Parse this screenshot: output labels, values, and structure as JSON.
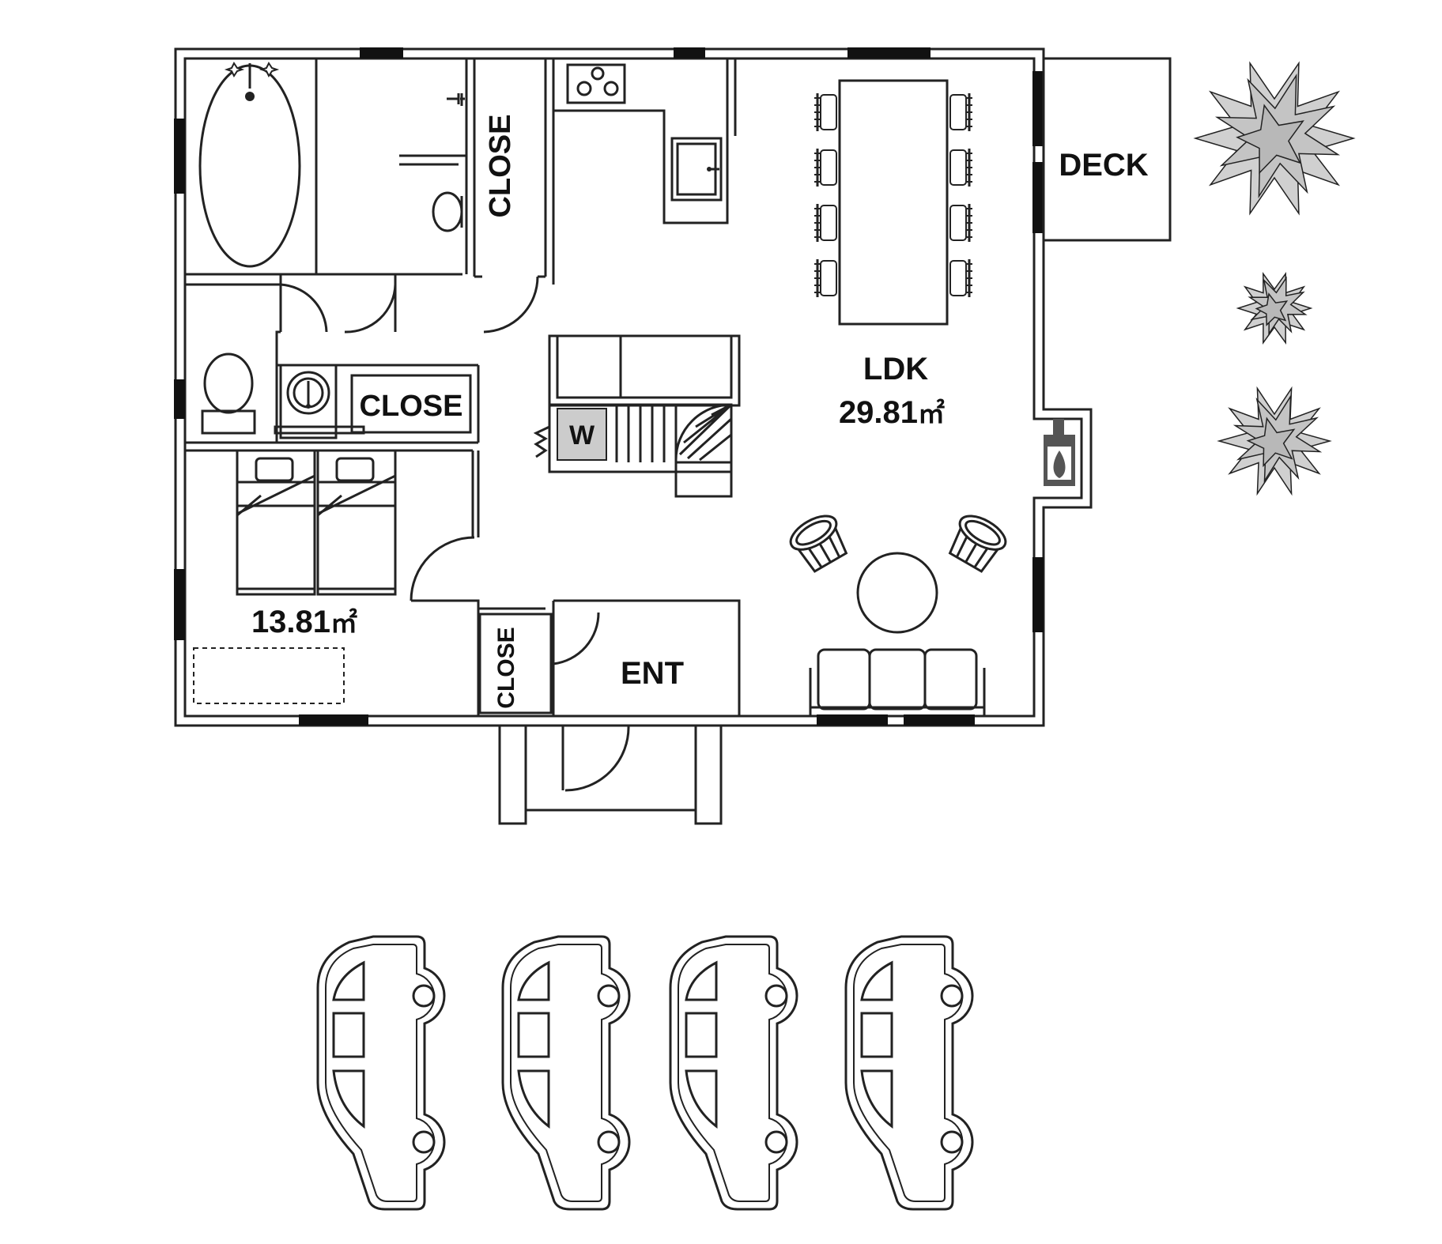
{
  "rooms": {
    "close_top": "CLOSE",
    "close_middle": "CLOSE",
    "close_entry": "CLOSE",
    "deck": "DECK",
    "ldk_name": "LDK",
    "ldk_area_value": "29.81",
    "bedroom_area_value": "13.81",
    "area_unit": "㎡",
    "washer": "W",
    "entrance": "ENT"
  },
  "colors": {
    "line": "#222222",
    "washer_fill": "#cccccc",
    "tree_fill": "#d0d0d0",
    "stove_fill": "#555555"
  },
  "icons": [
    "bathtub-icon",
    "shower-icon",
    "toilet-icon",
    "washbasin-icon",
    "stove-icon",
    "sink-icon",
    "bed-icon",
    "dining-chair-icon",
    "armchair-icon",
    "sofa-icon",
    "wood-stove-icon",
    "tree-icon",
    "car-icon"
  ]
}
